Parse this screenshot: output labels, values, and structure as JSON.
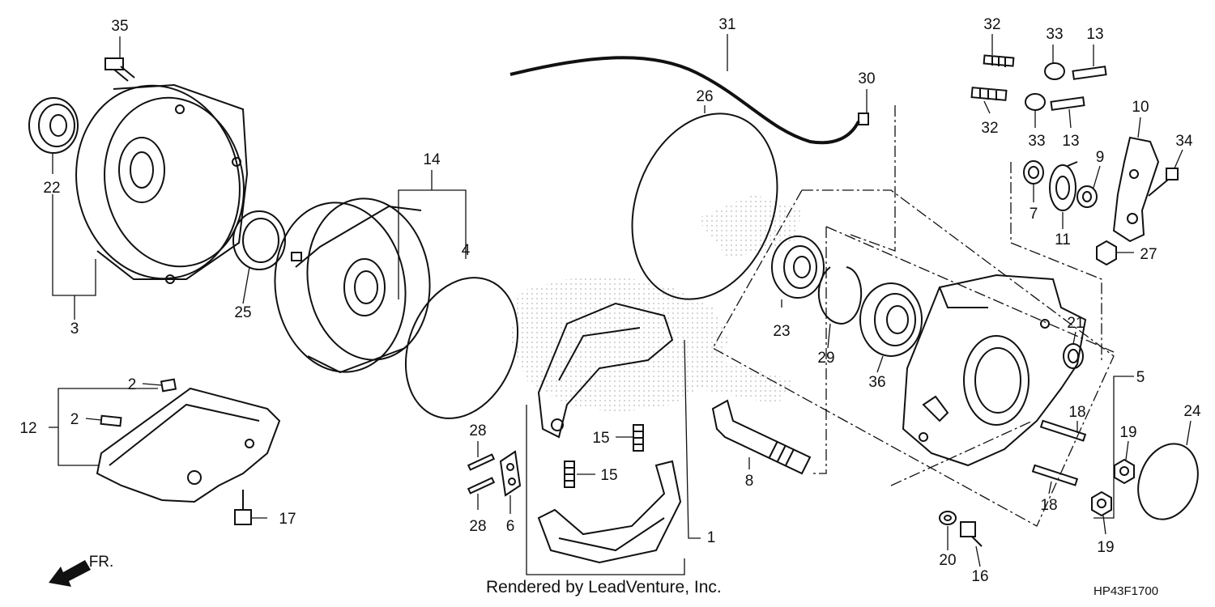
{
  "diagram": {
    "callouts": {
      "p35": "35",
      "p22": "22",
      "p3": "3",
      "p25": "25",
      "p14": "14",
      "p4": "4",
      "p2a": "2",
      "p2b": "2",
      "p12": "12",
      "p17": "17",
      "p31": "31",
      "p26": "26",
      "p30": "30",
      "p28a": "28",
      "p28b": "28",
      "p6": "6",
      "p15a": "15",
      "p15b": "15",
      "p1": "1",
      "p8": "8",
      "p23": "23",
      "p29": "29",
      "p36": "36",
      "p32a": "32",
      "p33a": "33",
      "p13a": "13",
      "p32b": "32",
      "p33b": "33",
      "p13b": "13",
      "p10": "10",
      "p9": "9",
      "p34": "34",
      "p7": "7",
      "p11": "11",
      "p27": "27",
      "p21": "21",
      "p5": "5",
      "p18a": "18",
      "p18b": "18",
      "p19a": "19",
      "p19b": "19",
      "p24": "24",
      "p20": "20",
      "p16": "16"
    },
    "direction_label": "FR.",
    "watermark": "Rendered by LeadVenture, Inc.",
    "diagram_code": "HP43F1700"
  }
}
